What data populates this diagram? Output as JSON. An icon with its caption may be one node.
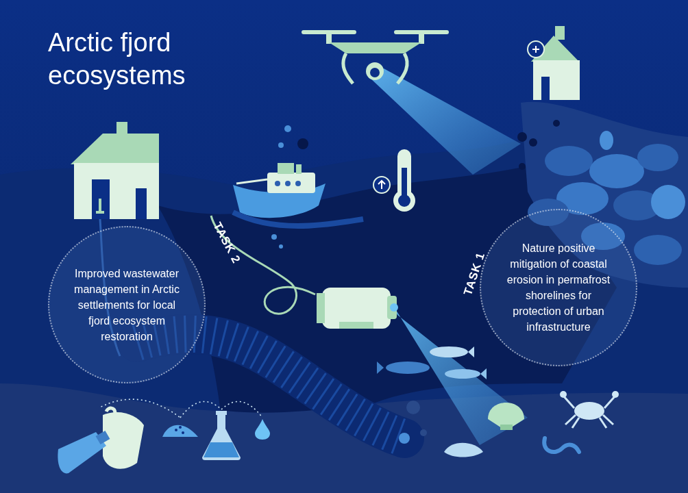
{
  "diagram": {
    "title": "Arctic fjord ecosystems",
    "nodes": [
      {
        "text": [
          "Improved wastewater management in Arctic settlements for local fjord ecosystem restoration"
        ],
        "beside": [
          "TASK 2"
        ]
      },
      {
        "text": [
          "Nature positive mitigation of coastal erosion in permafrost shorelines for protection of urban infrastructure"
        ],
        "beside": [
          "TASK 1"
        ]
      },
      {
        "text": [],
        "shape": "picture"
      },
      {
        "text": [],
        "shape": "picture"
      },
      {
        "text": [],
        "shape": "picture"
      },
      {
        "text": [],
        "shape": "picture"
      }
    ],
    "edges": [
      {
        "from": 2,
        "to": 3,
        "arrow": "none",
        "style": "dashed"
      },
      {
        "from": 3,
        "to": 4,
        "arrow": "none",
        "style": "dashed"
      },
      {
        "from": 4,
        "to": 5,
        "arrow": "none",
        "style": "dashed"
      }
    ]
  }
}
